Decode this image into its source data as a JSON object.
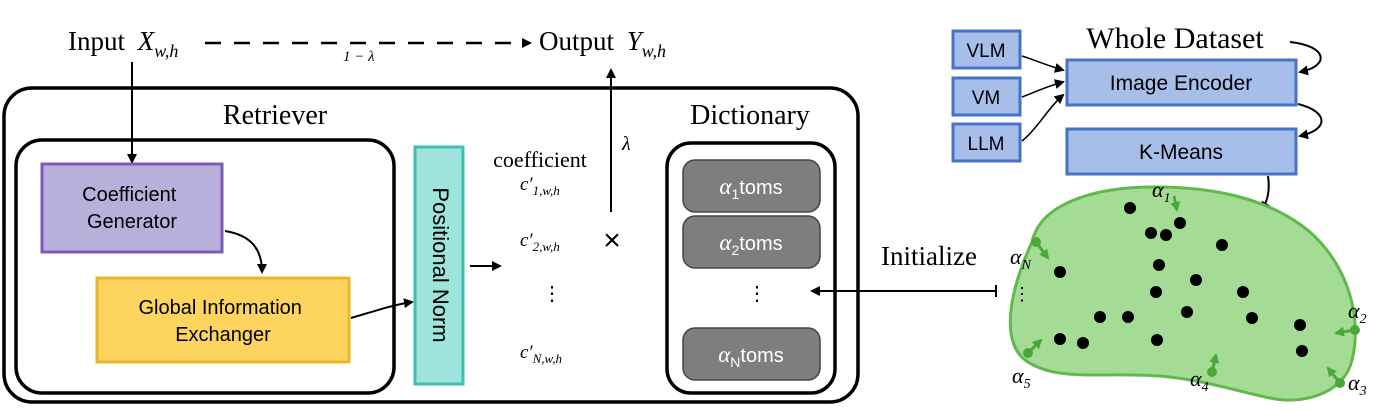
{
  "flow": {
    "input_label": "Input",
    "input_var": "X",
    "input_sub": "w,h",
    "output_label": "Output",
    "output_var": "Y",
    "output_sub": "w,h",
    "skip_weight": "1 − λ",
    "lambda": "λ",
    "multiply": "×"
  },
  "retriever": {
    "title": "Retriever",
    "coefficient_generator": [
      "Coefficient",
      "Generator"
    ],
    "global_exchanger": [
      "Global Information",
      "Exchanger"
    ],
    "positional_norm": "Positional Norm"
  },
  "coefficients": {
    "title": "coefficient",
    "items": [
      {
        "main": "c′",
        "sub": "1,w,h"
      },
      {
        "main": "c′",
        "sub": "2,w,h"
      },
      {
        "main": "c′",
        "sub": "N,w,h"
      }
    ],
    "ellipsis": "⋮"
  },
  "dictionary": {
    "title": "Dictionary",
    "atoms": [
      {
        "alpha": "α",
        "sub": "1",
        "suffix": "toms"
      },
      {
        "alpha": "α",
        "sub": "2",
        "suffix": "toms"
      },
      {
        "alpha": "α",
        "sub": "N",
        "suffix": "toms"
      }
    ],
    "ellipsis": "⋮"
  },
  "initialize_label": "Initialize",
  "pipeline": {
    "dataset_title": "Whole Dataset",
    "models": [
      "VLM",
      "VM",
      "LLM"
    ],
    "image_encoder": "Image Encoder",
    "kmeans": "K-Means"
  },
  "cluster": {
    "labels": [
      {
        "alpha": "α",
        "sub": "1"
      },
      {
        "alpha": "α",
        "sub": "N"
      },
      {
        "alpha": "α",
        "sub": "2"
      },
      {
        "alpha": "α",
        "sub": "3"
      },
      {
        "alpha": "α",
        "sub": "4"
      },
      {
        "alpha": "α",
        "sub": "5"
      }
    ],
    "ellipsis": "⋮"
  },
  "colors": {
    "purple_fill": "#b9afdb",
    "purple_stroke": "#7d5bb5",
    "yellow_fill": "#fcd45e",
    "yellow_stroke": "#e9b628",
    "teal_fill": "#9ee4dc",
    "teal_stroke": "#3fbfb1",
    "gray_atom": "#7e7e7e",
    "blue_fill": "#a6bee9",
    "blue_stroke": "#4672c8",
    "green_fill": "#a4dc96",
    "green_stroke": "#61b94c"
  }
}
